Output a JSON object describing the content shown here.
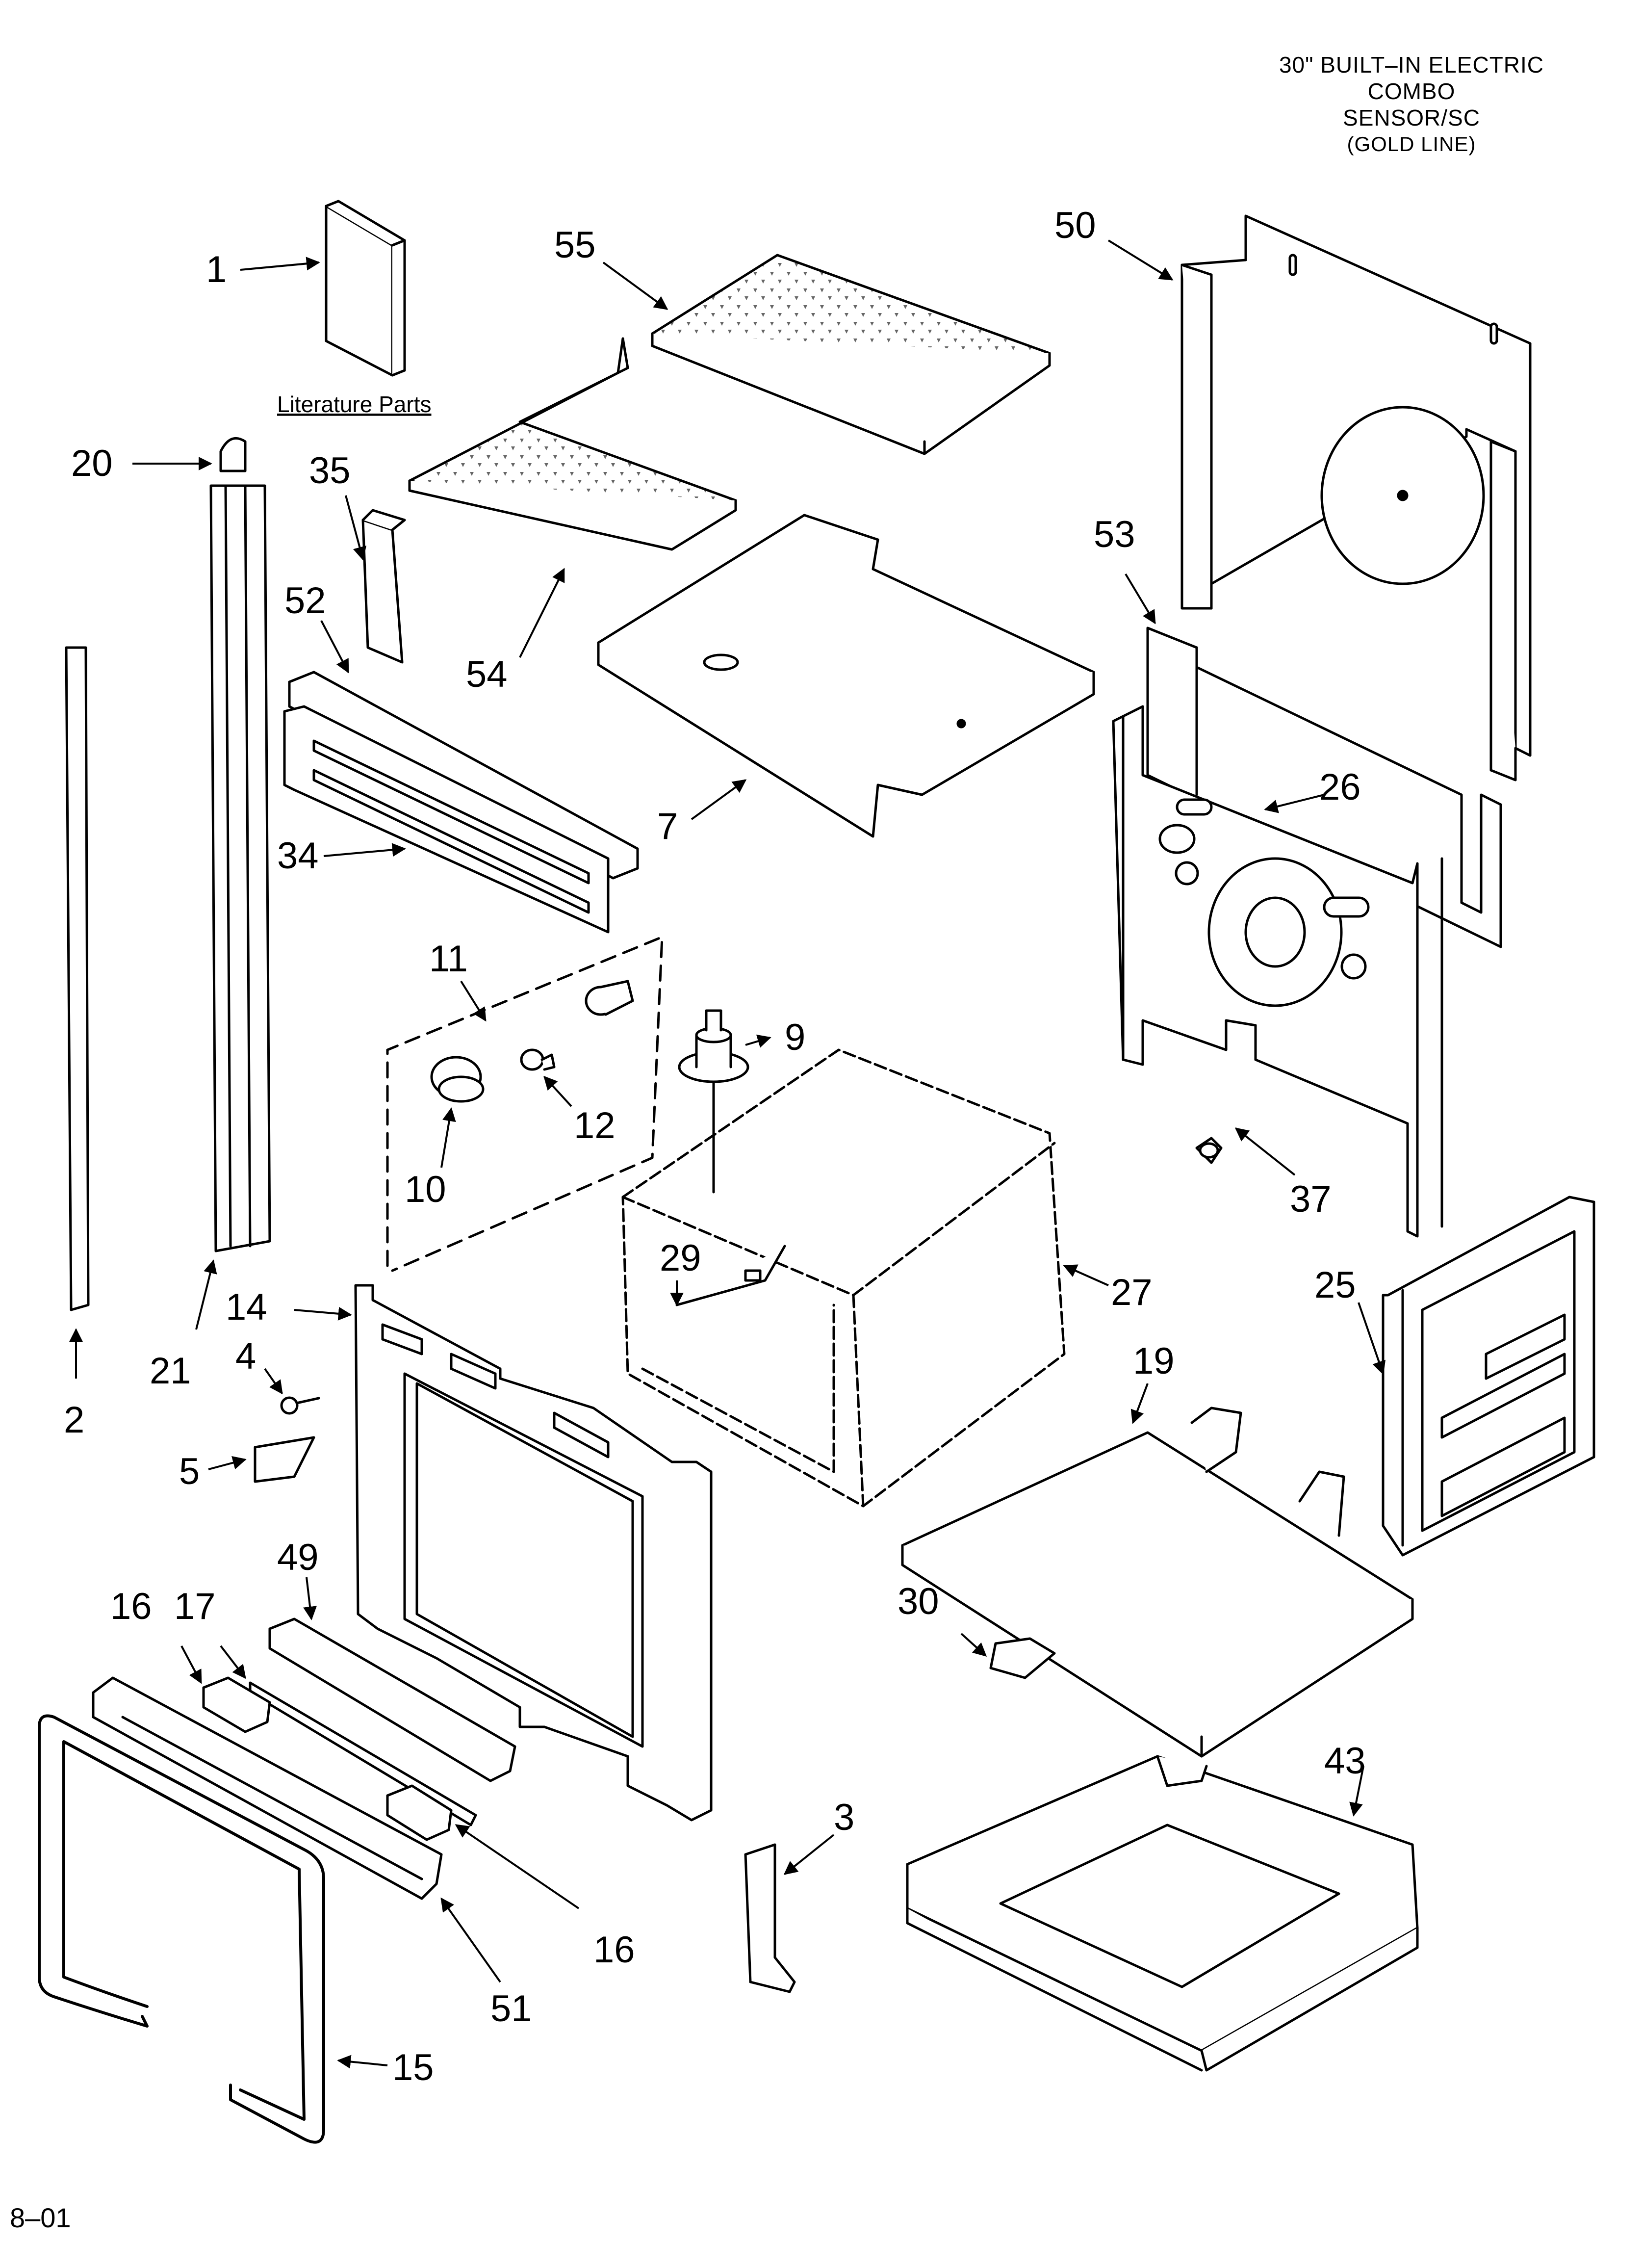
{
  "title": {
    "line1": "30\" BUILT–IN ELECTRIC",
    "line2": "COMBO",
    "line3": "SENSOR/SC",
    "line4": "(GOLD LINE)"
  },
  "literature_label": "Literature Parts",
  "footer_code": "8–01",
  "colors": {
    "ink": "#000000",
    "paper": "#ffffff"
  },
  "callouts": [
    "1",
    "55",
    "50",
    "20",
    "35",
    "52",
    "54",
    "53",
    "7",
    "26",
    "34",
    "11",
    "9",
    "12",
    "10",
    "37",
    "29",
    "27",
    "25",
    "14",
    "4",
    "21",
    "2",
    "19",
    "5",
    "49",
    "30",
    "16",
    "17",
    "43",
    "3",
    "16",
    "51",
    "15"
  ]
}
